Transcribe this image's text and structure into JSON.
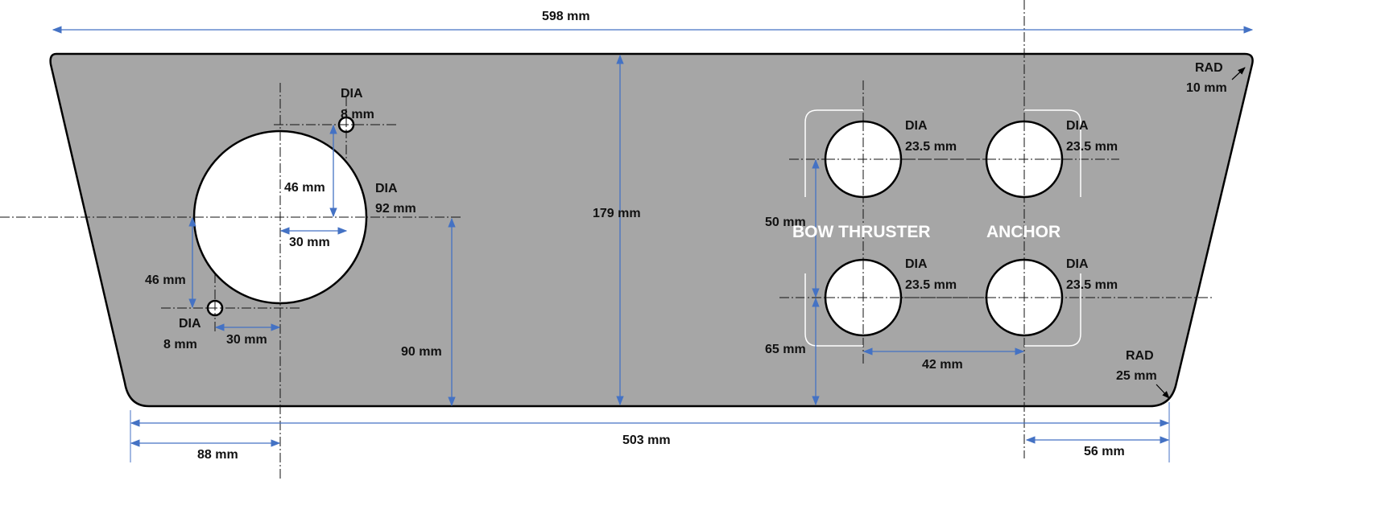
{
  "title": "Panel cut-out drawing",
  "colors": {
    "panel": "#a6a6a6",
    "dimension": "#4472c4",
    "outline": "#000000"
  },
  "dimensions": {
    "overall_width": "598 mm",
    "bottom_width": "503 mm",
    "height": "179 mm",
    "left_offset": "88 mm",
    "right_offset": "56 mm",
    "gauge_center_height": "90 mm",
    "upper_hole_vertical": "46 mm",
    "upper_hole_horizontal": "30 mm",
    "lower_hole_vertical": "46 mm",
    "lower_hole_horizontal": "30 mm",
    "switch_row_spacing": "50 mm",
    "switch_bottom_offset": "65 mm",
    "switch_column_spacing": "42 mm"
  },
  "holes": {
    "small_top": {
      "label": "DIA",
      "size": "8 mm"
    },
    "large": {
      "label": "DIA",
      "size": "92 mm"
    },
    "small_bottom": {
      "label": "DIA",
      "size": "8 mm"
    },
    "switches": [
      {
        "label": "DIA",
        "size": "23.5 mm"
      },
      {
        "label": "DIA",
        "size": "23.5 mm"
      },
      {
        "label": "DIA",
        "size": "23.5 mm"
      },
      {
        "label": "DIA",
        "size": "23.5 mm"
      }
    ]
  },
  "groups": {
    "bow_thruster": "BOW THRUSTER",
    "anchor": "ANCHOR"
  },
  "corners": {
    "top_right": {
      "label": "RAD",
      "size": "10 mm"
    },
    "bottom_right": {
      "label": "RAD",
      "size": "25 mm"
    }
  }
}
